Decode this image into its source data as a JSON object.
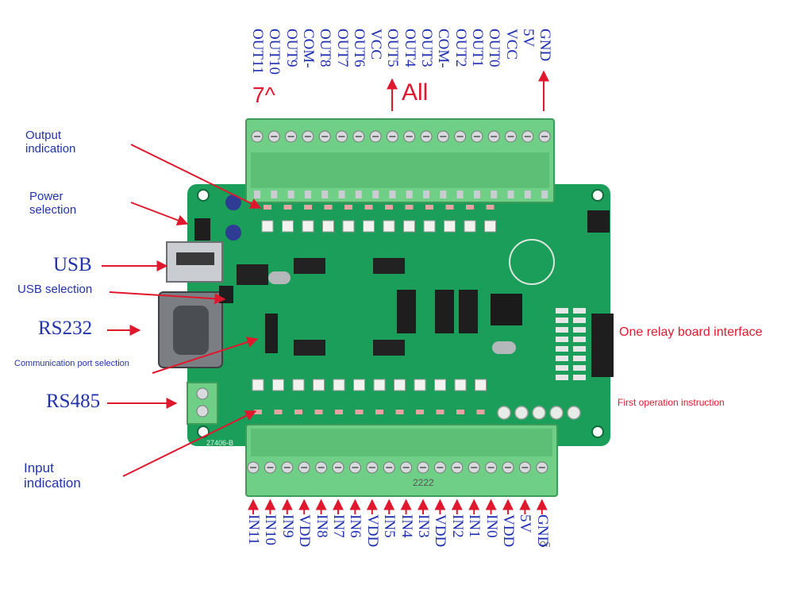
{
  "colors": {
    "pcb": "#1a9e5a",
    "terminal": "#6fcf86",
    "label_blue": "#2233aa",
    "accent_red": "#e0182e"
  },
  "top_pins": [
    "OUT11",
    "OUT10",
    "OUT9",
    "COM-",
    "OUT8",
    "OUT7",
    "OUT6",
    "VCC",
    "OUT5",
    "OUT4",
    "OUT3",
    "COM-",
    "OUT2",
    "OUT1",
    "OUT0",
    "VCC",
    "5V",
    "GND"
  ],
  "bottom_pins": [
    "IN11",
    "IN10",
    "IN9",
    "VDD",
    "IN8",
    "IN7",
    "IN6",
    "VDD",
    "IN5",
    "IN4",
    "IN3",
    "VDD",
    "IN2",
    "IN1",
    "IN0",
    "VDD",
    "5V",
    "GND"
  ],
  "top_note_left": "7^",
  "top_note_mid": "All",
  "bottom_note": "2222",
  "bottom_small": "On",
  "board_model": "27406-B",
  "labels": {
    "output_indication": "Output\nindication",
    "power_selection": "Power\nselection",
    "usb": "USB",
    "usb_selection": "USB selection",
    "rs232": "RS232",
    "comm_port_selection": "Communication port selection",
    "rs485": "RS485",
    "input_indication": "Input\nindication",
    "relay_interface": "One relay board interface",
    "first_operation": "First operation instruction"
  }
}
